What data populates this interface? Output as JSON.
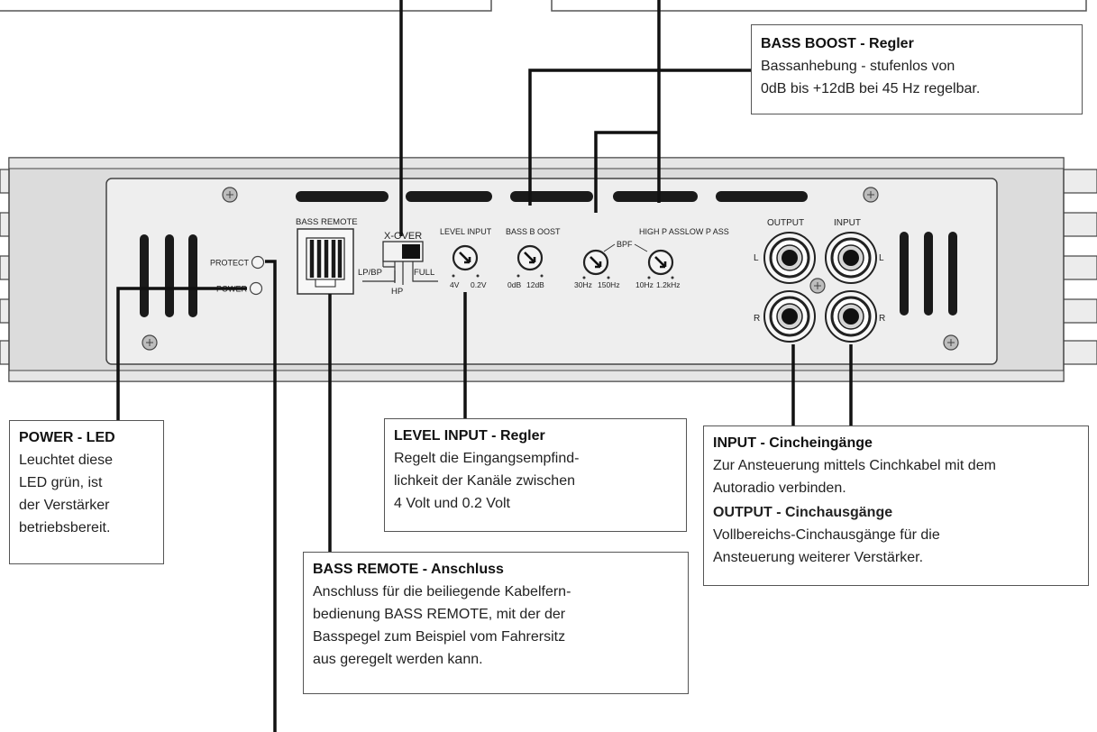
{
  "panel": {
    "bass_remote_label": "BASS REMOTE",
    "xover_label": "X-OVER",
    "xover_options": {
      "lpbp": "LP/BP",
      "full": "FULL",
      "hp": "HP"
    },
    "protect_label": "PROTECT",
    "power_label": "POWER",
    "level_input": {
      "label": "LEVEL INPUT",
      "min": "4V",
      "max": "0.2V"
    },
    "bass_boost": {
      "label": "BASS B OOST",
      "min": "0dB",
      "max": "12dB"
    },
    "bpf": {
      "label": "BPF",
      "min": "30Hz",
      "max": "150Hz"
    },
    "highpass_lowpass": {
      "label": "HIGH P ASSLOW P ASS",
      "min": "10Hz",
      "max": "1.2kHz"
    },
    "output_label": "OUTPUT",
    "input_label": "INPUT",
    "channel_l": "L",
    "channel_r": "R"
  },
  "callouts": {
    "bass_boost": {
      "title": "BASS BOOST - Regler",
      "lines": [
        "Bassanhebung - stufenlos von",
        "0dB bis +12dB bei 45 Hz regelbar."
      ]
    },
    "power_led": {
      "title": "POWER - LED",
      "lines": [
        "Leuchtet diese",
        "LED grün, ist",
        "der Verstärker",
        "betriebsbereit."
      ]
    },
    "level_input": {
      "title": "LEVEL INPUT - Regler",
      "lines": [
        "Regelt die Eingangsempfind-",
        "lichkeit der Kanäle zwischen",
        "4 Volt und 0.2 Volt"
      ]
    },
    "input_output": {
      "title": "INPUT - Cincheingänge",
      "lines": [
        "Zur Ansteuerung mittels Cinchkabel mit dem",
        "Autoradio verbinden."
      ],
      "title2": "OUTPUT - Cinchausgänge",
      "lines2": [
        "Vollbereichs-Cinchausgänge für die",
        "Ansteuerung weiterer Verstärker."
      ]
    },
    "bass_remote": {
      "title": "BASS REMOTE - Anschluss",
      "lines": [
        "Anschluss für die beiliegende Kabelfern-",
        "bedienung BASS REMOTE, mit der der",
        "Basspegel zum Beispiel vom Fahrersitz",
        "aus geregelt werden kann."
      ]
    }
  }
}
